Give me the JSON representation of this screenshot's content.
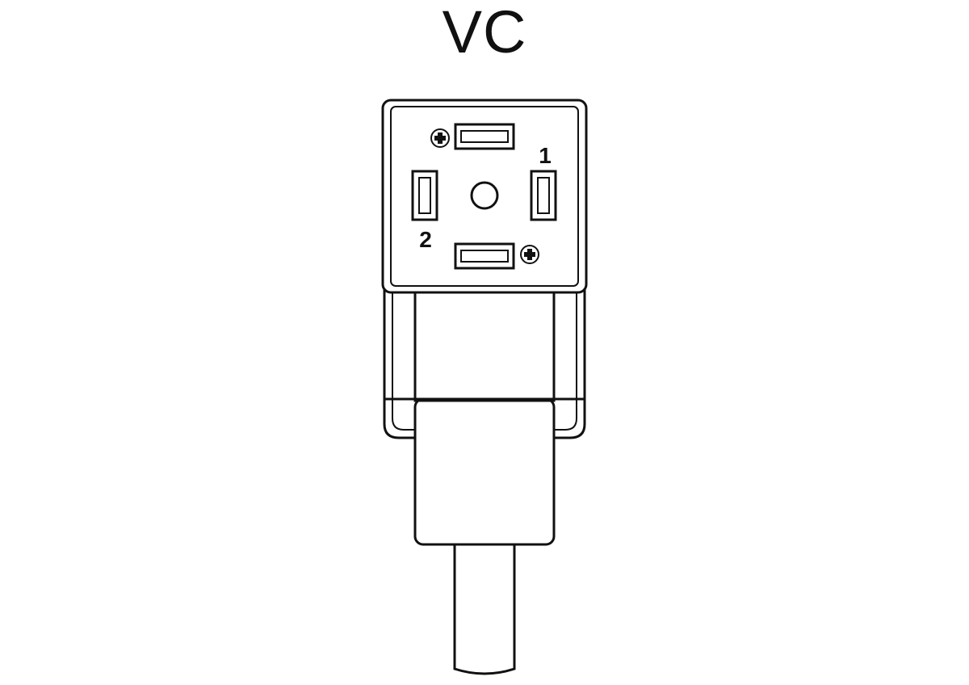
{
  "title": "VC",
  "pins": {
    "pin1_label": "1",
    "pin2_label": "2"
  },
  "icons": {
    "ground_top": "ground-icon",
    "ground_bottom": "ground-icon"
  },
  "colors": {
    "line": "#111111",
    "background": "#ffffff"
  }
}
